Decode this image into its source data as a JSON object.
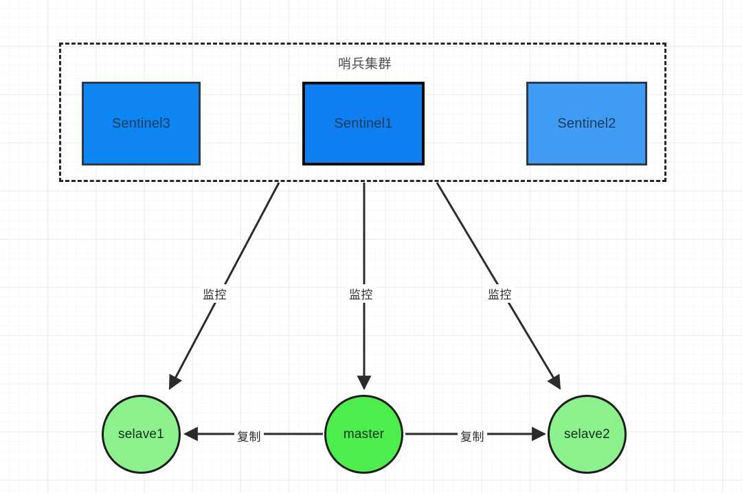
{
  "diagram": {
    "title": "哨兵集群",
    "cluster": {
      "label": "哨兵集群",
      "nodes": [
        {
          "id": "sentinel3",
          "label": "Sentinel3",
          "fill": "#0d85f2",
          "border": "#2b3a4a",
          "selected": false
        },
        {
          "id": "sentinel1",
          "label": "Sentinel1",
          "fill": "#0f7ef0",
          "border": "#0a0a0a",
          "selected": true
        },
        {
          "id": "sentinel2",
          "label": "Sentinel2",
          "fill": "#409bf5",
          "border": "#2b3a4a",
          "selected": false
        }
      ]
    },
    "redis_nodes": [
      {
        "id": "slave1",
        "label": "selave1",
        "fill": "#8cf08c",
        "border": "#1c1c1c",
        "role": "slave"
      },
      {
        "id": "master",
        "label": "master",
        "fill": "#4ded4d",
        "border": "#1c1c1c",
        "role": "master"
      },
      {
        "id": "slave2",
        "label": "selave2",
        "fill": "#8cf08c",
        "border": "#1c1c1c",
        "role": "slave"
      }
    ],
    "edges": [
      {
        "id": "monitor-1",
        "label": "监控",
        "from": "sentinel-cluster",
        "to": "slave1",
        "kind": "monitor"
      },
      {
        "id": "monitor-2",
        "label": "监控",
        "from": "sentinel-cluster",
        "to": "master",
        "kind": "monitor"
      },
      {
        "id": "monitor-3",
        "label": "监控",
        "from": "sentinel-cluster",
        "to": "slave2",
        "kind": "monitor"
      },
      {
        "id": "replicate-1",
        "label": "复制",
        "from": "master",
        "to": "slave1",
        "kind": "replicate"
      },
      {
        "id": "replicate-2",
        "label": "复制",
        "from": "master",
        "to": "slave2",
        "kind": "replicate"
      }
    ],
    "colors": {
      "stroke": "#262626",
      "edge_stroke": "#2b2b2b",
      "grid": "#f0f0f0",
      "background": "#ffffff"
    }
  }
}
